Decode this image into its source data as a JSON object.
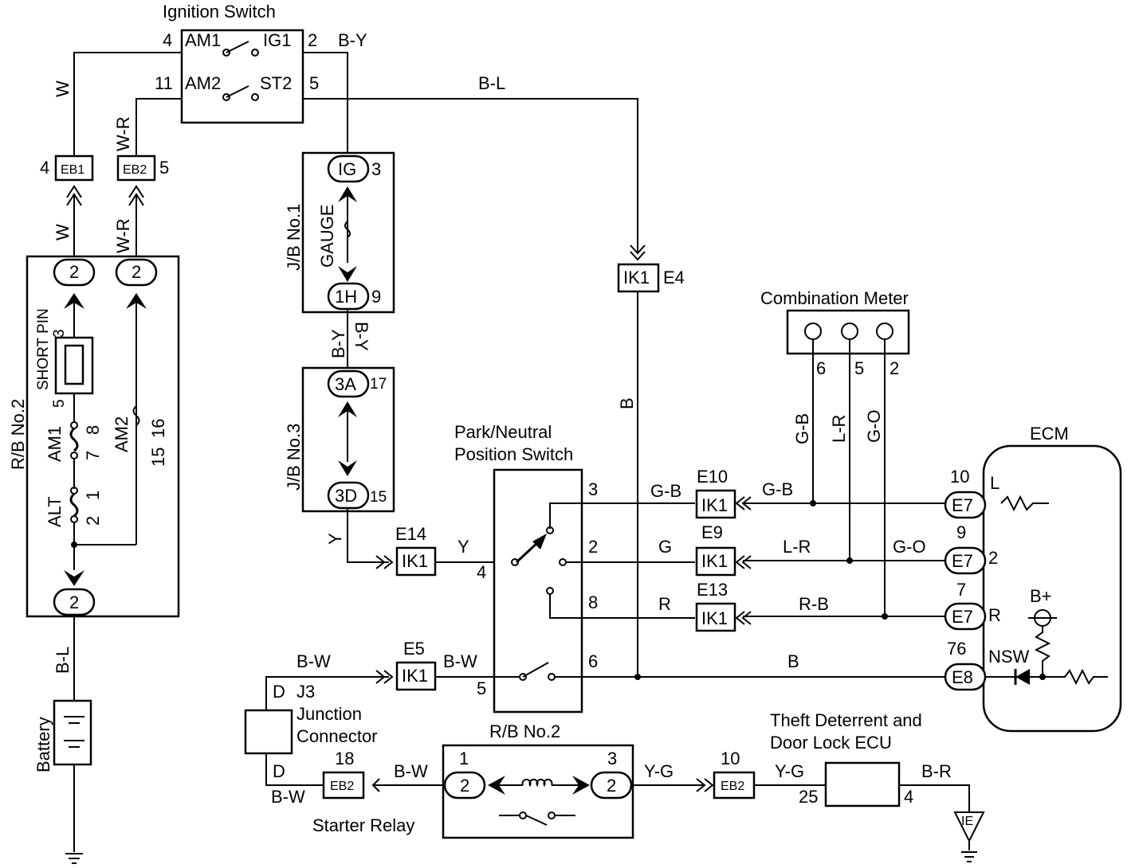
{
  "components": {
    "ignition_switch": {
      "title": "Ignition Switch",
      "pins": {
        "am1": "4",
        "ig1": "2",
        "am2": "11",
        "st2": "5"
      },
      "labels": {
        "am1": "AM1",
        "ig1": "IG1",
        "am2": "AM2",
        "st2": "ST2"
      }
    },
    "rb_no2_left": {
      "title": "R/B No.2",
      "short_pin": "SHORT PIN",
      "short_pin_pins": [
        "3",
        "5"
      ],
      "am1": "AM1",
      "am1_pins": [
        "7",
        "8"
      ],
      "am2": "AM2",
      "am2_pins": [
        "15",
        "16"
      ],
      "alt": "ALT",
      "alt_pins": [
        "2",
        "1"
      ],
      "conn_top_left": "2",
      "conn_top_right": "2",
      "conn_bottom": "2"
    },
    "jb_no1": {
      "title": "J/B No.1",
      "fuse": "GAUGE",
      "conn_top": "IG",
      "pin_top": "3",
      "conn_bottom": "1H",
      "pin_bottom": "9"
    },
    "jb_no3": {
      "title": "J/B No.3",
      "conn_top": "3A",
      "pin_top": "17",
      "conn_bottom": "3D",
      "pin_bottom": "15"
    },
    "battery": {
      "title": "Battery"
    },
    "combination_meter": {
      "title": "Combination Meter",
      "pins": [
        "6",
        "5",
        "2"
      ]
    },
    "ecm": {
      "title": "ECM",
      "rows": [
        {
          "pin": "10",
          "conn": "E7",
          "term": "L"
        },
        {
          "pin": "9",
          "conn": "E7",
          "term": "2"
        },
        {
          "pin": "7",
          "conn": "E7",
          "term": "R"
        },
        {
          "pin": "76",
          "conn": "E8",
          "term": "NSW"
        }
      ],
      "bplus": "B+"
    },
    "pnp_switch": {
      "title_line1": "Park/Neutral",
      "title_line2": "Position Switch",
      "pins": {
        "p3": "3",
        "p2": "2",
        "p8": "8",
        "p4": "4",
        "p6": "6",
        "p5": "5"
      }
    },
    "junction_connector": {
      "line1": "Junction",
      "line2": "Connector",
      "d_top": "D",
      "j3": "J3",
      "d_bottom": "D"
    },
    "rb_no2_bottom": {
      "title": "R/B No.2",
      "pin1": "1",
      "pin3": "3",
      "conn_left": "2",
      "conn_right": "2"
    },
    "starter_relay": {
      "title": "Starter Relay"
    },
    "theft_ecu": {
      "line1": "Theft Deterrent and",
      "line2": "Door Lock ECU",
      "pin25": "25",
      "pin4": "4"
    },
    "ground": {
      "label": "IE"
    }
  },
  "connectors": {
    "eb1": {
      "name": "EB1",
      "pin": "4"
    },
    "eb2_top": {
      "name": "EB2",
      "pin": "5"
    },
    "ik1_e4": {
      "name": "IK1",
      "pin": "E4"
    },
    "ik1_e10": {
      "name": "IK1",
      "pin": "E10"
    },
    "ik1_e9": {
      "name": "IK1",
      "pin": "E9"
    },
    "ik1_e13": {
      "name": "IK1",
      "pin": "E13"
    },
    "ik1_e14": {
      "name": "IK1",
      "pin": "E14"
    },
    "ik1_e5": {
      "name": "IK1",
      "pin": "E5"
    },
    "eb2_18": {
      "name": "EB2",
      "pin": "18"
    },
    "eb2_10": {
      "name": "EB2",
      "pin": "10"
    }
  },
  "wires": {
    "by_top": "B-Y",
    "bl_top": "B-L",
    "w_upper": "W",
    "wr_upper": "W-R",
    "w_lower": "W",
    "wr_lower": "W-R",
    "by_left": "B-Y",
    "by_right": "B-Y",
    "y_jb3": "Y",
    "b_vert": "B",
    "gb_meter": "G-B",
    "lr_meter": "L-R",
    "go_meter": "G-O",
    "gb_left": "G-B",
    "gb_right": "G-B",
    "g_left": "G",
    "lr_right": "L-R",
    "go_right": "G-O",
    "r_left": "R",
    "rb_right": "R-B",
    "y_e14": "Y",
    "bw_e5_left": "B-W",
    "bw_e5_right": "B-W",
    "b_nsw": "B",
    "bl_battery": "B-L",
    "bw_eb2_right": "B-W",
    "bw_eb2_left": "B-W",
    "yg_left": "Y-G",
    "yg_right": "Y-G",
    "br_ground": "B-R"
  }
}
